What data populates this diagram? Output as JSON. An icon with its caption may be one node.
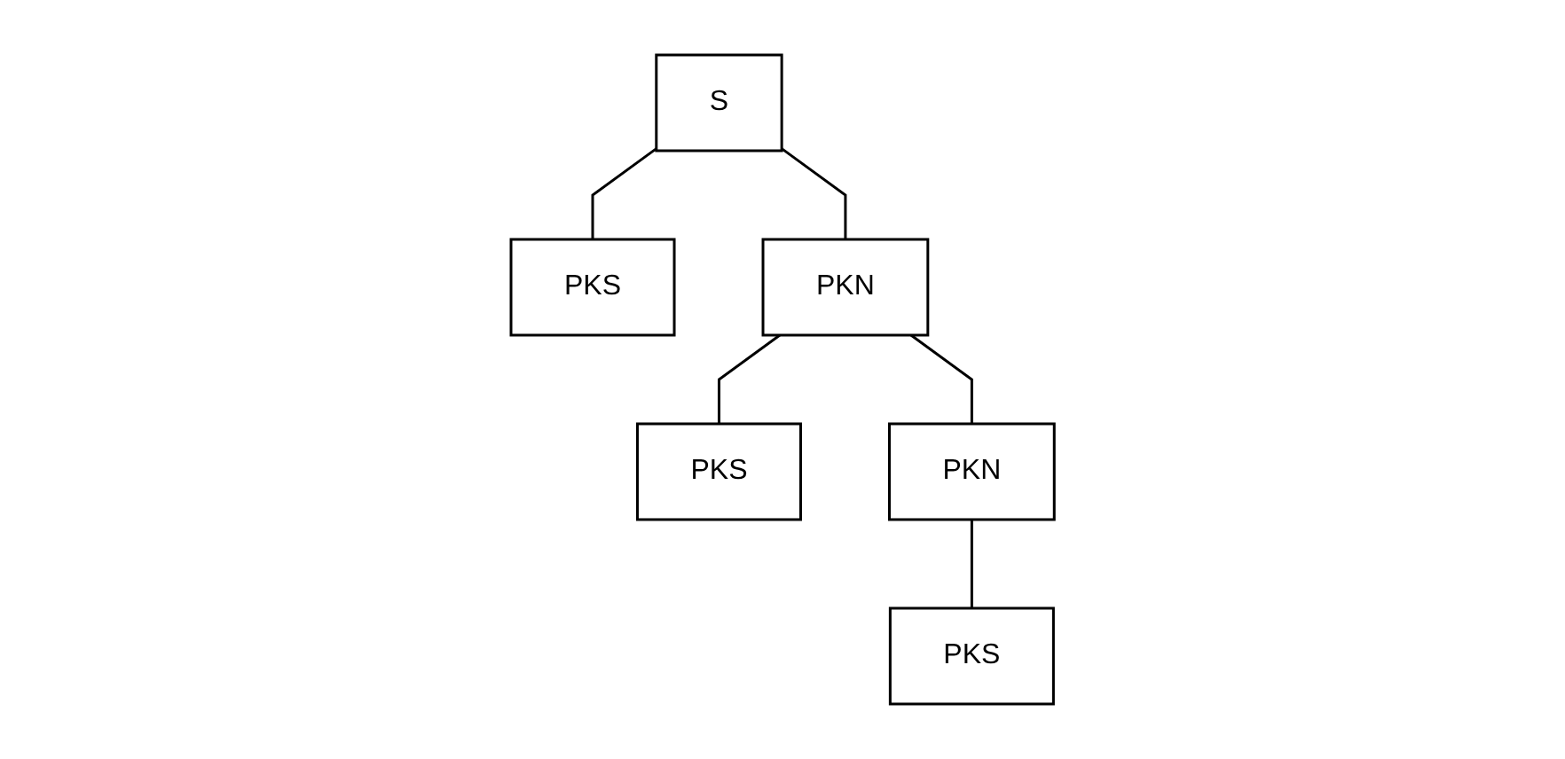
{
  "diagram": {
    "nodes": [
      {
        "text": [
          "S"
        ]
      },
      {
        "text": [
          "PKS"
        ]
      },
      {
        "text": [
          "PKN"
        ]
      },
      {
        "text": [
          "PKS"
        ]
      },
      {
        "text": [
          "PKN"
        ]
      },
      {
        "text": [
          "PKS"
        ]
      }
    ],
    "edges": [
      {
        "from": 0,
        "to": 1,
        "arrow": "none"
      },
      {
        "from": 0,
        "to": 2,
        "arrow": "none"
      },
      {
        "from": 2,
        "to": 3,
        "arrow": "none"
      },
      {
        "from": 2,
        "to": 4,
        "arrow": "none"
      },
      {
        "from": 4,
        "to": 5,
        "arrow": "none"
      }
    ]
  }
}
